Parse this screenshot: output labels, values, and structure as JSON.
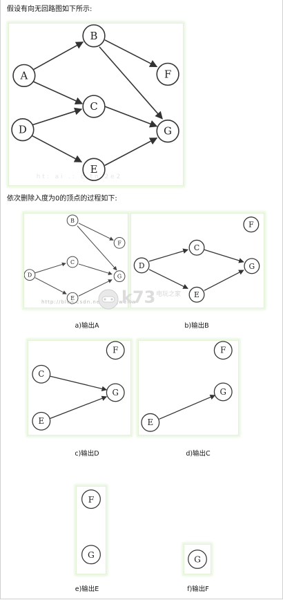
{
  "intro": {
    "text": "假设有向无回路图如下所示:"
  },
  "section": {
    "text": "依次删除入度为0的顶点的过程如下:"
  },
  "main_graph": {
    "nodes": [
      "A",
      "B",
      "C",
      "D",
      "E",
      "F",
      "G"
    ]
  },
  "steps": [
    {
      "caption": "a)输出A",
      "nodes": [
        "B",
        "F",
        "C",
        "D",
        "G",
        "E"
      ]
    },
    {
      "caption": "b)输出B",
      "nodes": [
        "F",
        "C",
        "D",
        "G",
        "E"
      ]
    },
    {
      "caption": "c)输出D",
      "nodes": [
        "F",
        "C",
        "G",
        "E"
      ]
    },
    {
      "caption": "d)输出C",
      "nodes": [
        "F",
        "G",
        "E"
      ]
    },
    {
      "caption": "e)输出E",
      "nodes": [
        "F",
        "G"
      ]
    },
    {
      "caption": "f)输出F",
      "nodes": [
        "G"
      ]
    }
  ],
  "watermark": {
    "logo": "k73",
    "tagline": "电玩之家",
    "url_fragment": "http://blog.csdn.net/tengweitw"
  },
  "colors": {
    "panel_glow": "#e6f4dc",
    "node_stroke": "#333333",
    "edge": "#333333"
  }
}
